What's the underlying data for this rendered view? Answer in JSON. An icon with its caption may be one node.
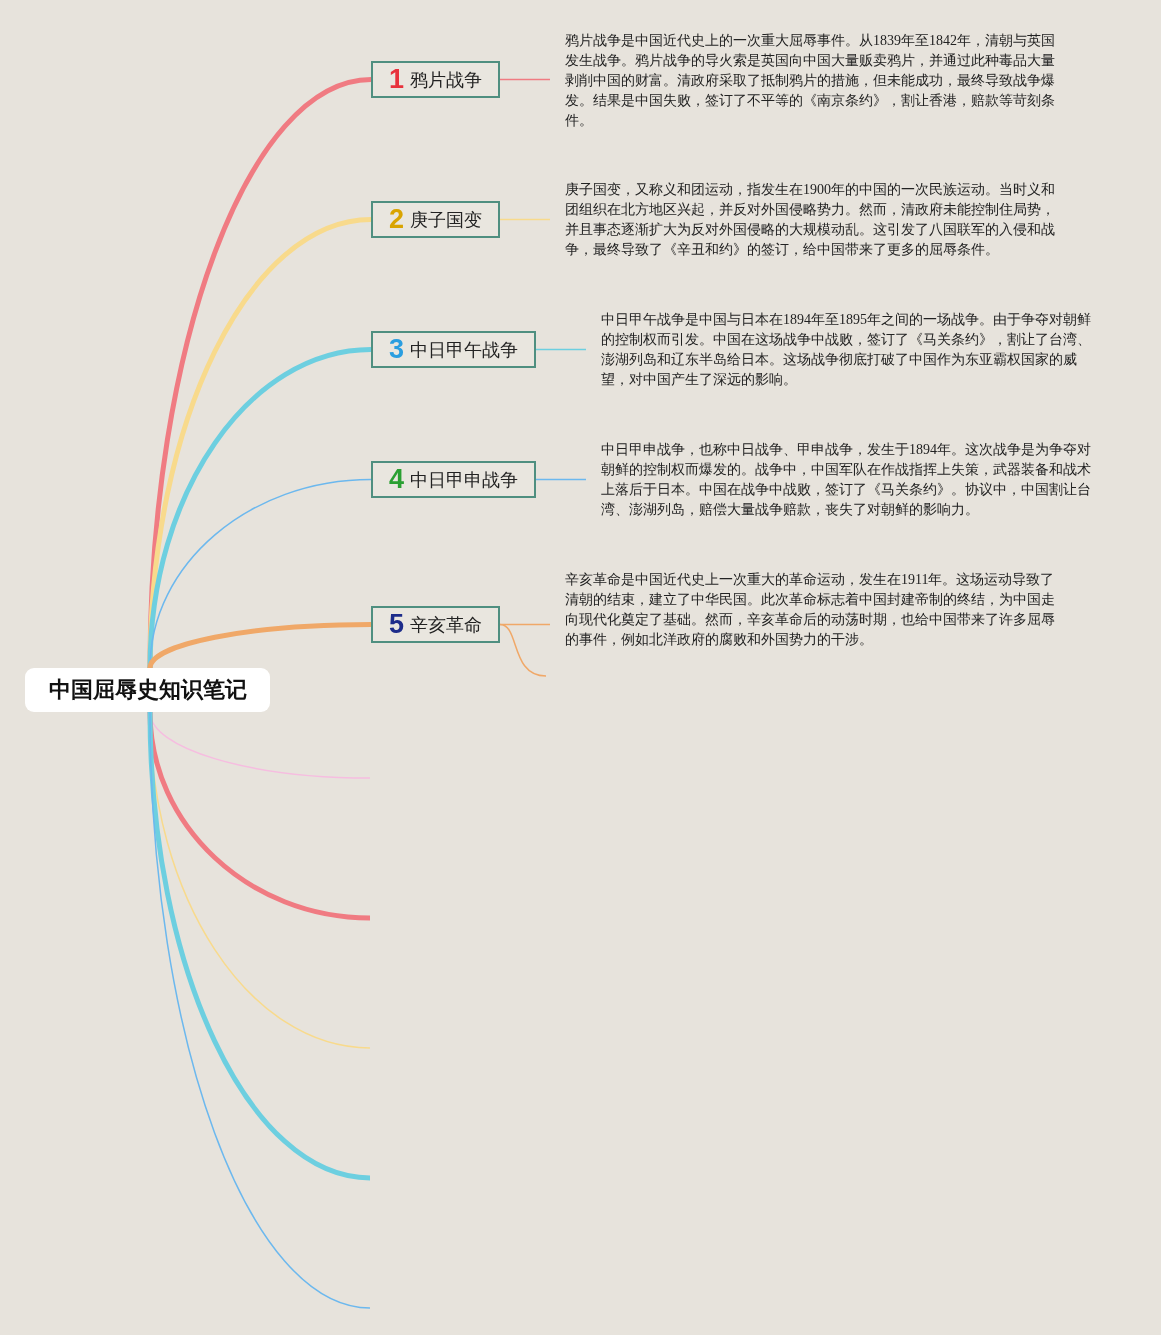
{
  "diagram": {
    "nodes": [
      {
        "text": [
          "中国屈辱史知识笔记"
        ]
      },
      {
        "text": [
          "1",
          "鸦片战争"
        ]
      },
      {
        "text": [
          "2",
          "庚子国变"
        ]
      },
      {
        "text": [
          "3",
          "中日甲午战争"
        ]
      },
      {
        "text": [
          "4",
          "中日甲申战争"
        ]
      },
      {
        "text": [
          "5",
          "辛亥革命"
        ]
      },
      {
        "text": [
          "鸦片战争是中国近代史上的一次重大屈辱事件。从1839年至1842年，清朝与英国发生战争。鸦片战争的导火索是英国向中国大量贩卖鸦片，并通过此种毒品大量剥削中国的财富。清政府采取了抵制鸦片的措施，但未能成功，最终导致战争爆发。结果是中国失败，签订了不平等的《南京条约》，割让香港，赔款等苛刻条件。"
        ]
      },
      {
        "text": [
          "庚子国变，又称义和团运动，指发生在1900年的中国的一次民族运动。当时义和团组织在北方地区兴起，并反对外国侵略势力。然而，清政府未能控制住局势，并且事态逐渐扩大为反对外国侵略的大规模动乱。这引发了八国联军的入侵和战争，最终导致了《辛丑和约》的签订，给中国带来了更多的屈辱条件。"
        ]
      },
      {
        "text": [
          "中日甲午战争是中国与日本在1894年至1895年之间的一场战争。由于争夺对朝鲜的控制权而引发。中国在这场战争中战败，签订了《马关条约》，割让了台湾、澎湖列岛和辽东半岛给日本。这场战争彻底打破了中国作为东亚霸权国家的威望，对中国产生了深远的影响。"
        ]
      },
      {
        "text": [
          "中日甲申战争，也称中日战争、甲申战争，发生于1894年。这次战争是为争夺对朝鲜的控制权而爆发的。战争中，中国军队在作战指挥上失策，武器装备和战术上落后于日本。中国在战争中战败，签订了《马关条约》。协议中，中国割让台湾、澎湖列岛，赔偿大量战争赔款，丧失了对朝鲜的影响力。"
        ]
      },
      {
        "text": [
          "辛亥革命是中国近代史上一次重大的革命运动，发生在1911年。这场运动导致了清朝的结束，建立了中华民国。此次革命标志着中国封建帝制的终结，为中国走向现代化奠定了基础。然而，辛亥革命后的动荡时期，也给中国带来了许多屈辱的事件，例如北洋政府的腐败和外国势力的干涉。"
        ]
      }
    ],
    "edges": [
      {
        "from": 0,
        "to": 1,
        "arrow": "none",
        "style": "thick",
        "color": "#f07b82"
      },
      {
        "from": 0,
        "to": 2,
        "arrow": "none",
        "style": "thick",
        "color": "#f8da8c"
      },
      {
        "from": 0,
        "to": 3,
        "arrow": "none",
        "style": "thick",
        "color": "#6dcfe0"
      },
      {
        "from": 0,
        "to": 4,
        "arrow": "none",
        "color": "#6cb8ee"
      },
      {
        "from": 0,
        "to": 5,
        "arrow": "none",
        "style": "thick",
        "color": "#f0a868"
      },
      {
        "from": 1,
        "to": 6,
        "arrow": "none",
        "color": "#f07b82"
      },
      {
        "from": 2,
        "to": 7,
        "arrow": "none",
        "color": "#f8da8c"
      },
      {
        "from": 3,
        "to": 8,
        "arrow": "none",
        "color": "#6dcfe0"
      },
      {
        "from": 4,
        "to": 9,
        "arrow": "none",
        "color": "#6cb8ee"
      },
      {
        "from": 5,
        "to": 10,
        "arrow": "none",
        "color": "#f0a868"
      },
      {
        "from": 5,
        "to": null,
        "arrow": "none",
        "color": "#f0a868"
      },
      {
        "from": 0,
        "to": null,
        "arrow": "none",
        "color": "#f6bde0"
      },
      {
        "from": 0,
        "to": null,
        "arrow": "none",
        "style": "thick",
        "color": "#f07b82"
      },
      {
        "from": 0,
        "to": null,
        "arrow": "none",
        "color": "#f8da8c"
      },
      {
        "from": 0,
        "to": null,
        "arrow": "none",
        "style": "thick",
        "color": "#6dcfe0"
      },
      {
        "from": 0,
        "to": null,
        "arrow": "none",
        "color": "#6cb8ee"
      }
    ]
  }
}
